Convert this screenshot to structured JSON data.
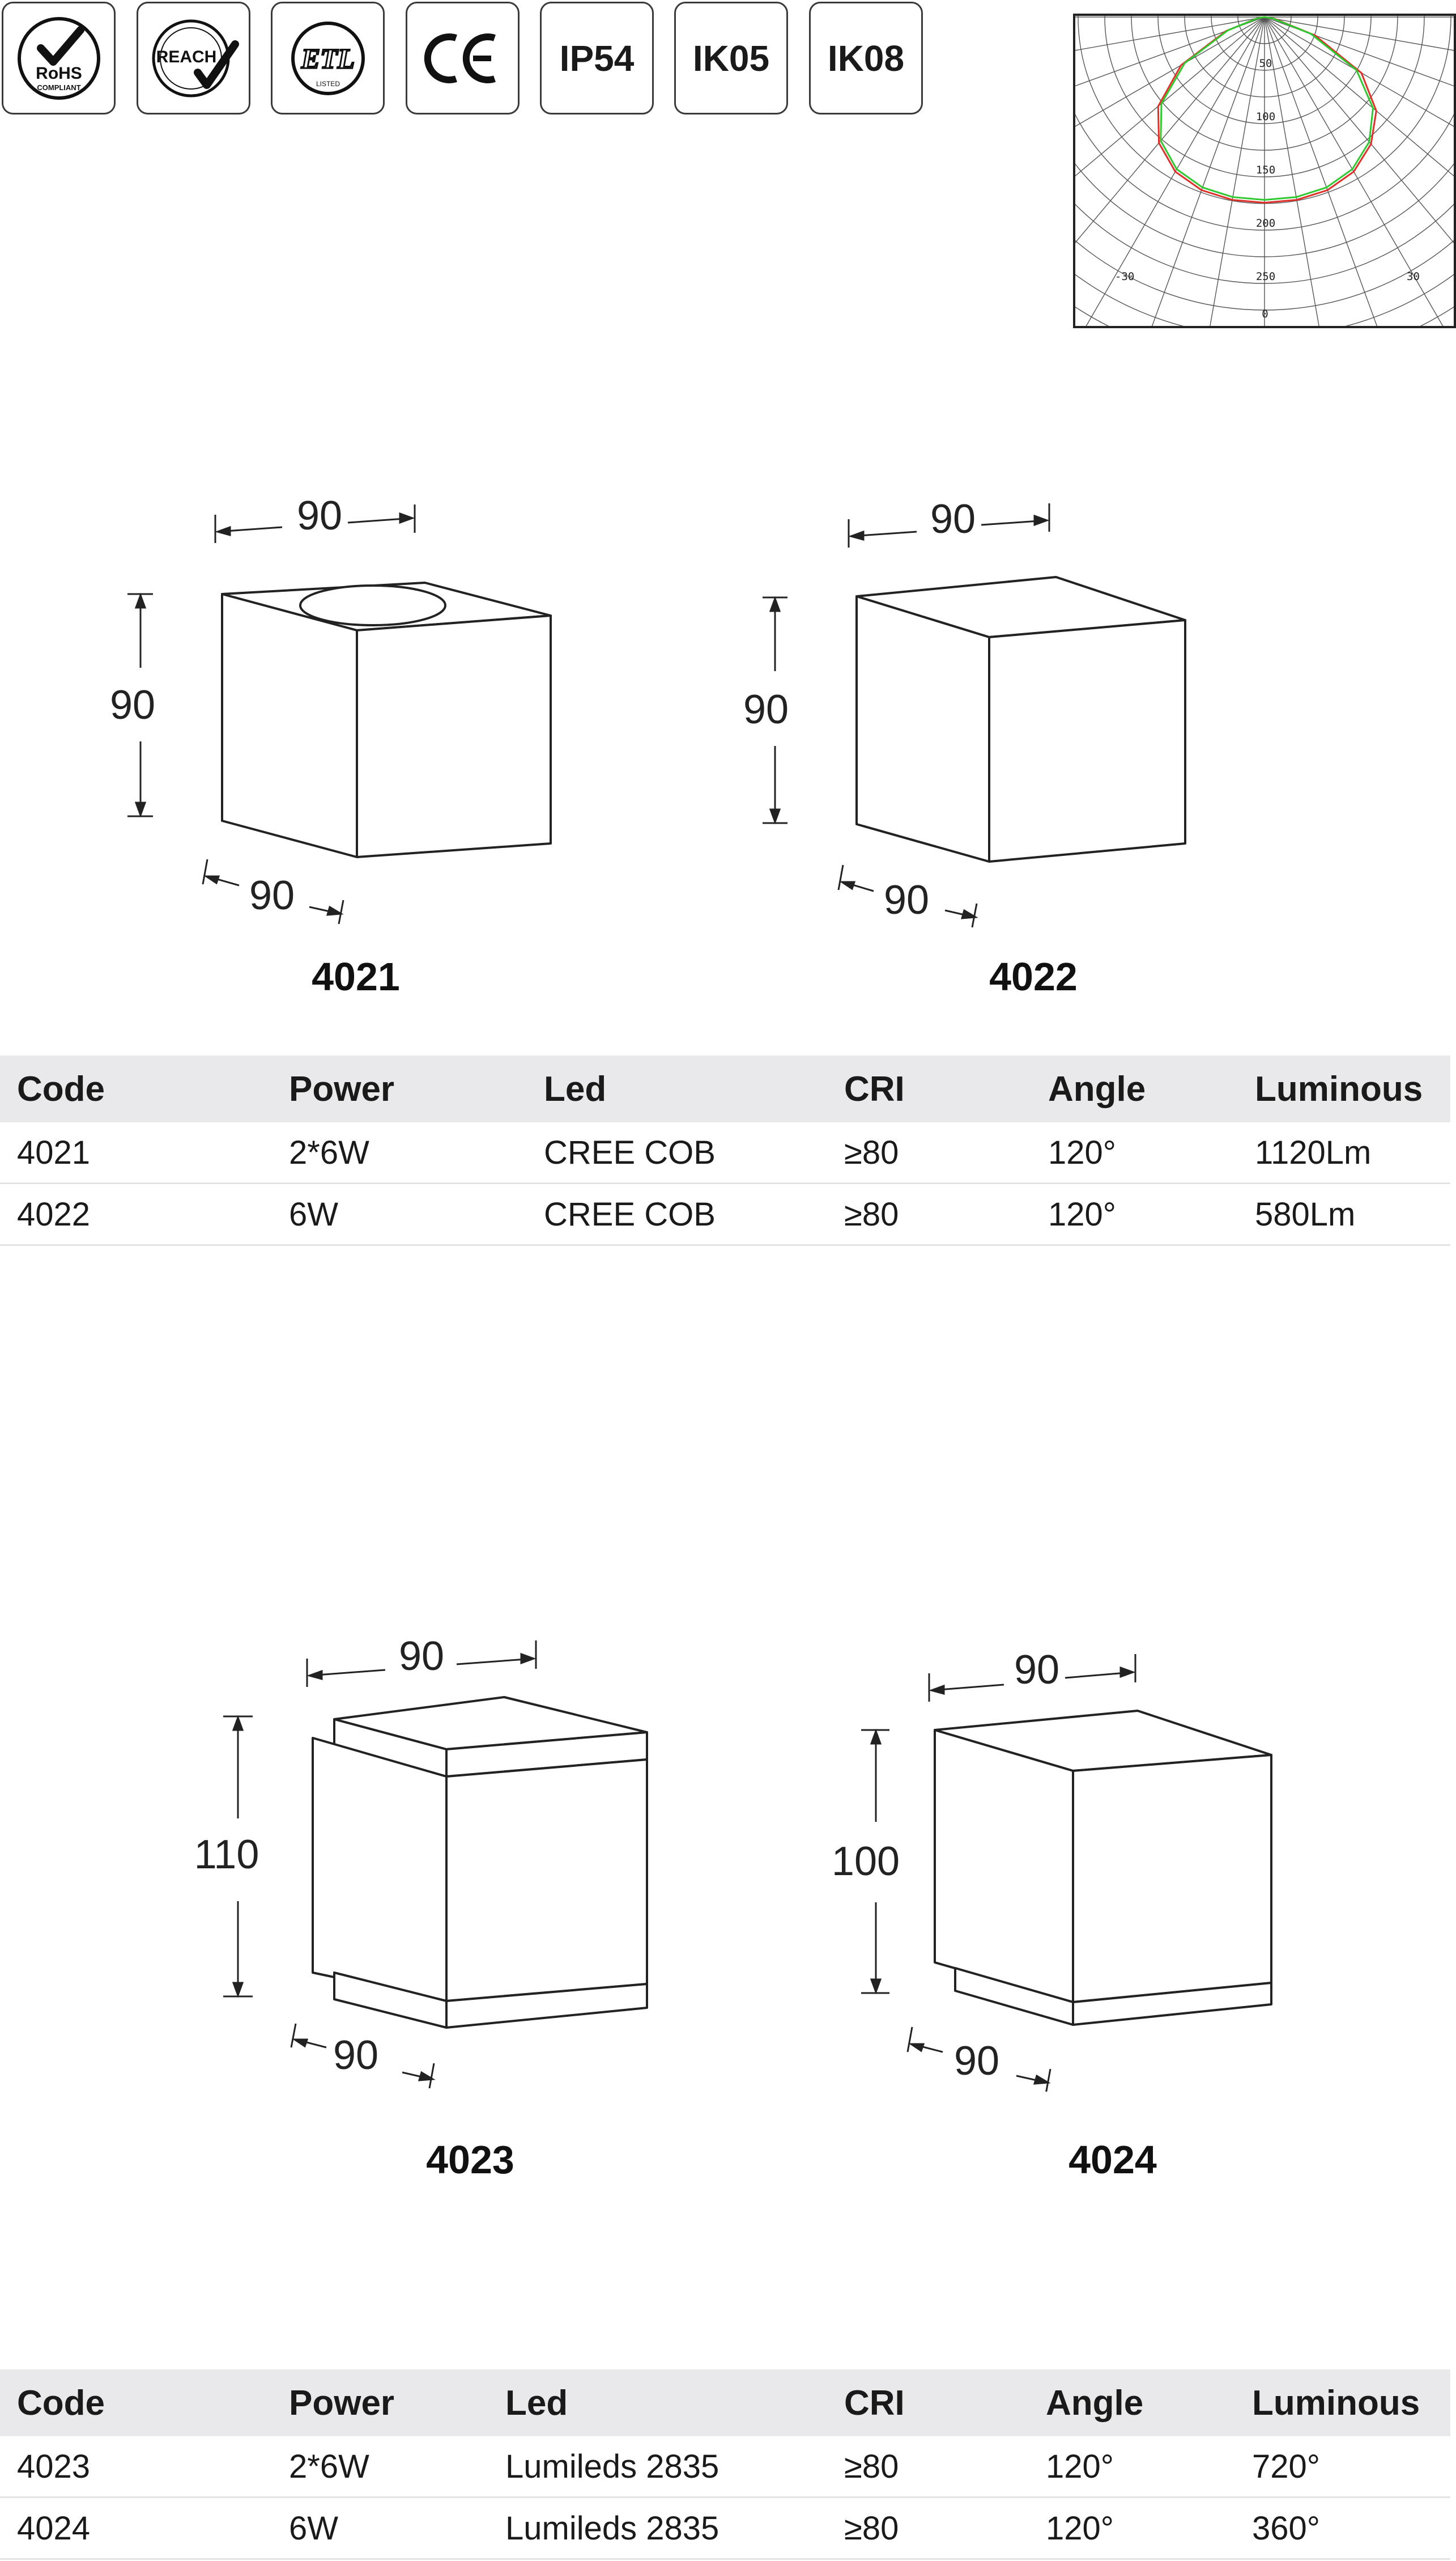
{
  "certifications": [
    {
      "name": "rohs-icon",
      "label": "RoHS",
      "sub": "COMPLIANT"
    },
    {
      "name": "reach-icon",
      "label": "REACH"
    },
    {
      "name": "etl-icon",
      "label": "ETL",
      "sub": "LISTED"
    },
    {
      "name": "ce-icon",
      "label": "CE"
    },
    {
      "name": "ip54-badge",
      "label": "IP54"
    },
    {
      "name": "ik05-badge",
      "label": "IK05"
    },
    {
      "name": "ik08-badge",
      "label": "IK08"
    }
  ],
  "polar_chart": {
    "radial_labels": [
      "50",
      "100",
      "150",
      "200",
      "250"
    ],
    "angle_labels": {
      "left": "-30",
      "bottom": "0",
      "right": "30"
    },
    "curve_colors": {
      "c0": "#2ec92e",
      "c90": "#e0302a"
    }
  },
  "products_top": [
    {
      "code": "4021",
      "width": "90",
      "height": "90",
      "depth": "90"
    },
    {
      "code": "4022",
      "width": "90",
      "height": "90",
      "depth": "90"
    }
  ],
  "products_bottom": [
    {
      "code": "4023",
      "width": "90",
      "height": "110",
      "depth": "90"
    },
    {
      "code": "4024",
      "width": "90",
      "height": "100",
      "depth": "90"
    }
  ],
  "table_headers": [
    "Code",
    "Power",
    "Led",
    "CRI",
    "Angle",
    "Luminous"
  ],
  "table1_rows": [
    [
      "4021",
      "2*6W",
      "CREE COB",
      "≥80",
      "120°",
      "1120Lm"
    ],
    [
      "4022",
      "6W",
      "CREE COB",
      "≥80",
      "120°",
      "580Lm"
    ]
  ],
  "table2_rows": [
    [
      "4023",
      "2*6W",
      "Lumileds 2835",
      "≥80",
      "120°",
      "720°"
    ],
    [
      "4024",
      "6W",
      "Lumileds 2835",
      "≥80",
      "120°",
      "360°"
    ]
  ]
}
